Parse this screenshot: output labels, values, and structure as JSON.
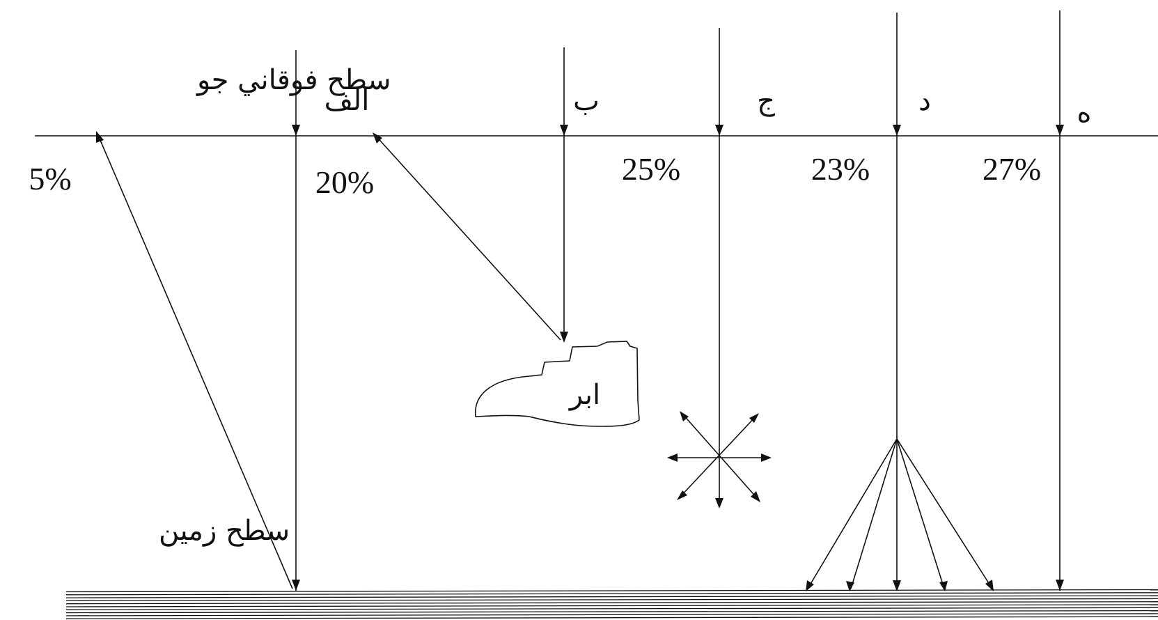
{
  "labels": {
    "top_surface": "سطح فوقاني جو",
    "ground_surface": "سطح زمين",
    "cloud": "ابر"
  },
  "paths": [
    {
      "letter": "الف",
      "percent": "20%"
    },
    {
      "letter": "ب",
      "percent": "25%"
    },
    {
      "letter": "ج",
      "percent": ""
    },
    {
      "letter": "د",
      "percent": "23%"
    },
    {
      "letter": "ه",
      "percent": "27%"
    }
  ],
  "reflected_percent": "5%",
  "colors": {
    "ink": "#111111",
    "background": "#ffffff"
  }
}
